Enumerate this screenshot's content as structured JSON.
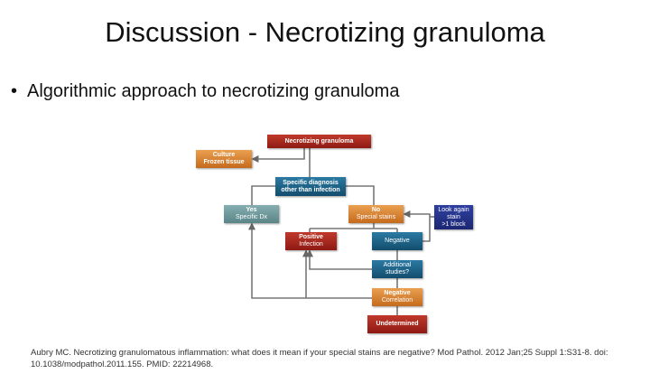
{
  "slide": {
    "title": "Discussion - Necrotizing granuloma",
    "bullet": "Algorithmic approach to necrotizing granuloma",
    "reference": "Aubry MC. Necrotizing granulomatous inflammation: what does it mean if your special stains are negative? Mod Pathol. 2012 Jan;25 Suppl 1:S31-8. doi: 10.1038/modpathol.2011.155. PMID: 22214968."
  },
  "flowchart": {
    "necrotizing": "Necrotizing granuloma",
    "culture": {
      "line1": "Culture",
      "line2": "Frozen tissue"
    },
    "specific": {
      "line1": "Specific diagnosis",
      "line2": "other than infection"
    },
    "yes": {
      "line1": "Yes",
      "line2": "Specific Dx"
    },
    "no": {
      "line1": "No",
      "line2": "Special stains"
    },
    "look_again": {
      "line1": "Look again",
      "line2": "stain",
      "line3": ">1 block"
    },
    "positive": {
      "line1": "Positive",
      "line2": "Infection"
    },
    "negative": "Negative",
    "additional": {
      "line1": "Additional",
      "line2": "studies?"
    },
    "neg_corr": {
      "line1": "Negative",
      "line2": "Correlation"
    },
    "undetermined": "Undetermined"
  },
  "colors": {
    "red": "#a8261d",
    "orange": "#d9822b",
    "teal": "#6f9a9c",
    "blue": "#1a5e82",
    "navy": "#1f2d8a",
    "line": "#777777"
  }
}
